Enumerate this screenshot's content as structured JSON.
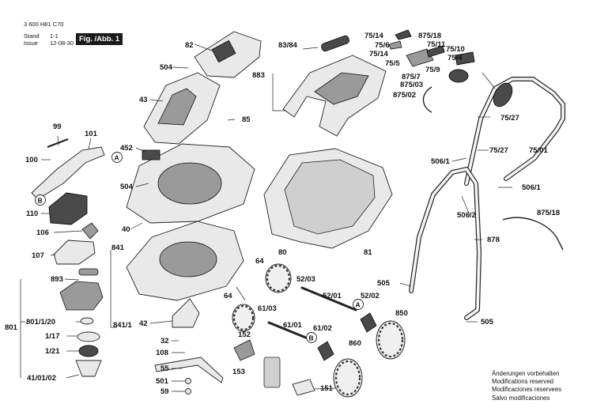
{
  "header": {
    "document_number": "3 600 H81 C70",
    "stand_label": "Stand",
    "stand_value": "1-1",
    "issue_label": "Issue",
    "issue_value": "12-08-30",
    "figure_label": "Fig. /Abb. 1"
  },
  "notice": [
    "Änderungen vorbehalten",
    "Modifications reserved",
    "Modificaciones reservees",
    "Salvo modificaciones"
  ],
  "part_labels": [
    "82",
    "83/84",
    "504",
    "883",
    "43",
    "85",
    "452",
    "504",
    "40",
    "99",
    "101",
    "100",
    "A",
    "B",
    "110",
    "106",
    "107",
    "893",
    "841",
    "841/1",
    "801",
    "801/1/20",
    "1/17",
    "1/21",
    "41/01/02",
    "42",
    "64",
    "64",
    "52/03",
    "52/01",
    "52/02",
    "A",
    "61/03",
    "61/01",
    "61/02",
    "B",
    "32",
    "108",
    "55",
    "501",
    "59",
    "152",
    "153",
    "151",
    "860",
    "850",
    "80",
    "81",
    "505",
    "505",
    "878",
    "75/14",
    "75/6",
    "75/14",
    "75/5",
    "875/18",
    "75/11",
    "75/10",
    "75/4",
    "75/9",
    "875/7",
    "875/03",
    "875/02",
    "75/27",
    "75/27",
    "75/01",
    "506/1",
    "506/1",
    "506/2",
    "875/18"
  ],
  "assembly_labels": [
    "841",
    "801"
  ]
}
